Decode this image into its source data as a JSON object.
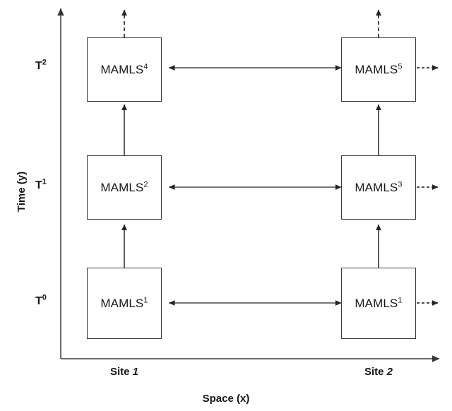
{
  "figure": {
    "type": "space-time-diagram",
    "axes": {
      "y_axis_title": "Time (y)",
      "x_axis_title": "Space (x)",
      "y_tick_labels": [
        "T2",
        "T1",
        "T0"
      ],
      "y_tick_bases": [
        "T",
        "T",
        "T"
      ],
      "y_tick_exponents": [
        "2",
        "1",
        "0"
      ],
      "x_category_labels": [
        "Site 1",
        "Site 2"
      ],
      "x_categories": [
        {
          "base": "Site ",
          "index": "1"
        },
        {
          "base": "Site ",
          "index": "2"
        }
      ]
    },
    "nodes": [
      {
        "id": "n4",
        "base": "MAMLS",
        "exponent": "4",
        "site": "Site 1",
        "time": "T2"
      },
      {
        "id": "n5",
        "base": "MAMLS",
        "exponent": "5",
        "site": "Site 2",
        "time": "T2"
      },
      {
        "id": "n2",
        "base": "MAMLS",
        "exponent": "2",
        "site": "Site 1",
        "time": "T1"
      },
      {
        "id": "n3",
        "base": "MAMLS",
        "exponent": "3",
        "site": "Site 2",
        "time": "T1"
      },
      {
        "id": "n1a",
        "base": "MAMLS",
        "exponent": "1",
        "site": "Site 1",
        "time": "T0"
      },
      {
        "id": "n1b",
        "base": "MAMLS",
        "exponent": "1",
        "site": "Site 2",
        "time": "T0"
      }
    ],
    "connections": [
      {
        "from": "n1a",
        "to": "n2",
        "style": "solid",
        "direction": "up"
      },
      {
        "from": "n2",
        "to": "n4",
        "style": "solid",
        "direction": "up"
      },
      {
        "from": "n1b",
        "to": "n3",
        "style": "solid",
        "direction": "up"
      },
      {
        "from": "n3",
        "to": "n5",
        "style": "solid",
        "direction": "up"
      },
      {
        "from": "n1a",
        "to": "n1b",
        "style": "solid",
        "direction": "bidirectional"
      },
      {
        "from": "n2",
        "to": "n3",
        "style": "solid",
        "direction": "bidirectional"
      },
      {
        "from": "n4",
        "to": "n5",
        "style": "solid",
        "direction": "bidirectional"
      },
      {
        "from": "n4",
        "to": "beyond",
        "style": "dashed",
        "direction": "up"
      },
      {
        "from": "n5",
        "to": "beyond",
        "style": "dashed",
        "direction": "up"
      },
      {
        "from": "n1b",
        "to": "beyond",
        "style": "dashed",
        "direction": "right"
      },
      {
        "from": "n3",
        "to": "beyond",
        "style": "dashed",
        "direction": "right"
      },
      {
        "from": "n5",
        "to": "beyond",
        "style": "dashed",
        "direction": "right"
      }
    ]
  },
  "colors": {
    "stroke": "#3a3a3a",
    "text": "#1a1a1a",
    "background": "#ffffff"
  }
}
